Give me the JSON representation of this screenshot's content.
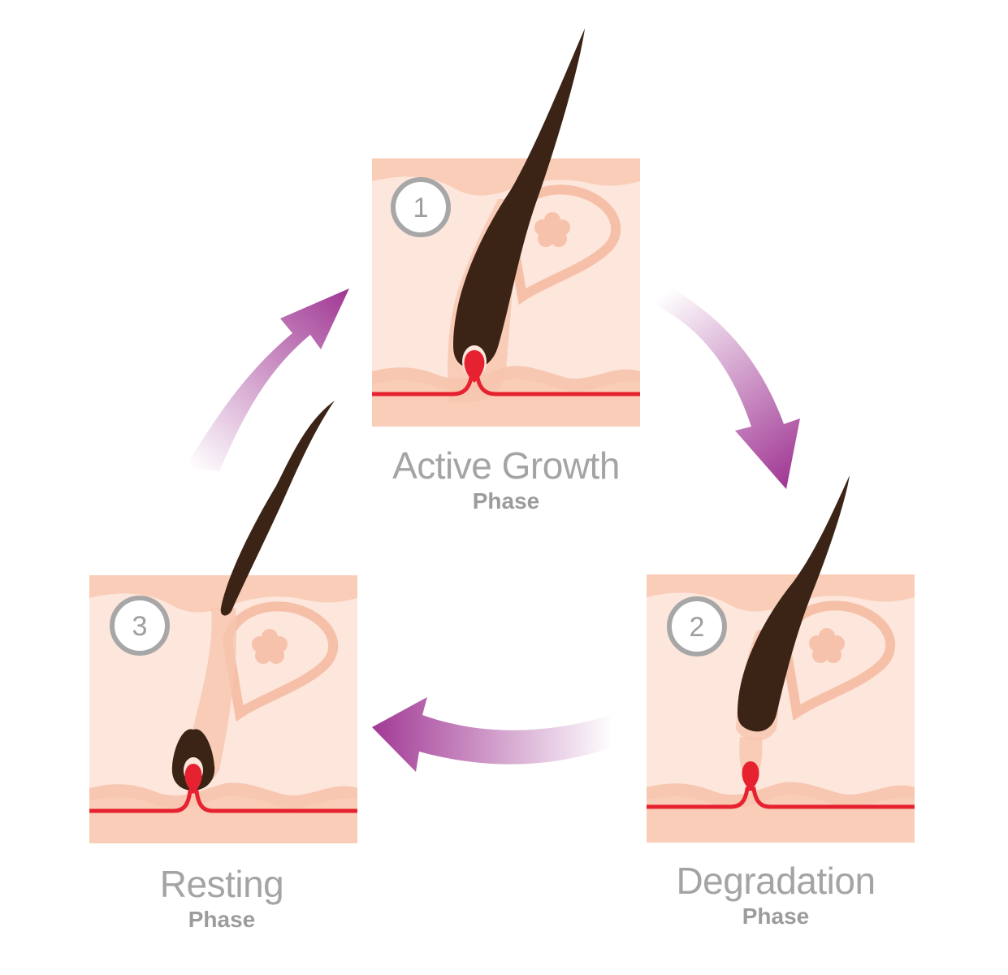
{
  "phases": [
    {
      "number": "1",
      "title": "Active Growth",
      "subtitle": "Phase"
    },
    {
      "number": "2",
      "title": "Degradation",
      "subtitle": "Phase"
    },
    {
      "number": "3",
      "title": "Resting",
      "subtitle": "Phase"
    }
  ],
  "colors": {
    "skin_outer": "#f9cdb8",
    "skin_inner": "#fde6dc",
    "hair": "#3b2416",
    "blood": "#e62230",
    "arrow": "#a23b96",
    "badge": "#a7a7a7",
    "caption": "#a4a4a4"
  }
}
